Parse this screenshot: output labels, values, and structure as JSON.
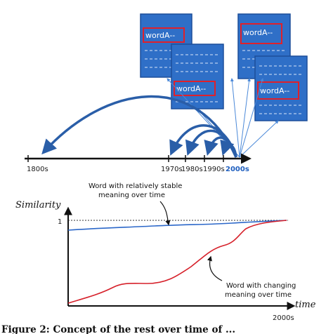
{
  "documents": {
    "word_label": "wordA--"
  },
  "timeline": {
    "ticks": [
      "1800s",
      "1970s",
      "1980s",
      "1990s",
      "2000s"
    ],
    "current": "2000s"
  },
  "plot": {
    "ylabel": "Similarity",
    "xlabel": "time",
    "y_max_label": "1",
    "x_end_label": "2000s",
    "stable_annotation": [
      "Word with relatively stable",
      "meaning over time"
    ],
    "changing_annotation": [
      "Word with changing",
      "meaning over time"
    ]
  },
  "caption": "Figure 2: Concept of the rest over time of ...",
  "colors": {
    "doc_fill": "#2f6fc7",
    "doc_edge": "#1d4f9a",
    "highlight": "#e0202a",
    "arrow": "#2a5ea8",
    "stable_line": "#2b67c9",
    "changing_line": "#d6202a"
  }
}
